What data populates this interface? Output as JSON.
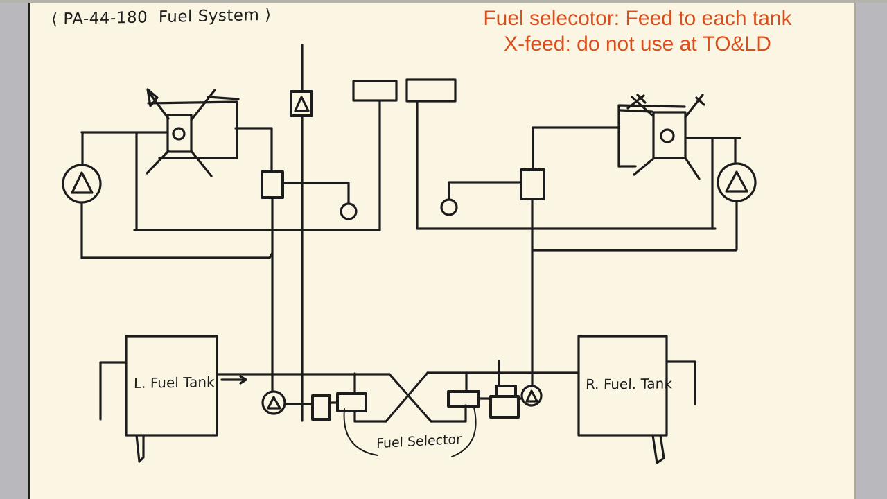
{
  "title": "⟨ PA-44-180  Fuel System ⟩",
  "notes": {
    "line1": "Fuel selecotor: Feed to each tank",
    "line2": "X-feed: do not use at TO&LD"
  },
  "labels": {
    "left_tank": "L. Fuel Tank",
    "right_tank": "R. Fuel. Tank",
    "fuel_selector": "Fuel Selector"
  },
  "icons": [
    "engine-icon",
    "engine-driven-pump-icon",
    "electric-boost-pump-icon",
    "check-valve-icon",
    "vent-box",
    "filter-box",
    "drain-circle",
    "crossfeed-x",
    "flow-arrow-icon",
    "fuel-tank"
  ],
  "colors": {
    "paper": "#fbf6e3",
    "ink": "#1c1c1c",
    "note_accent": "#d84f1e",
    "sidebar_gray": "#b9b8bd"
  }
}
